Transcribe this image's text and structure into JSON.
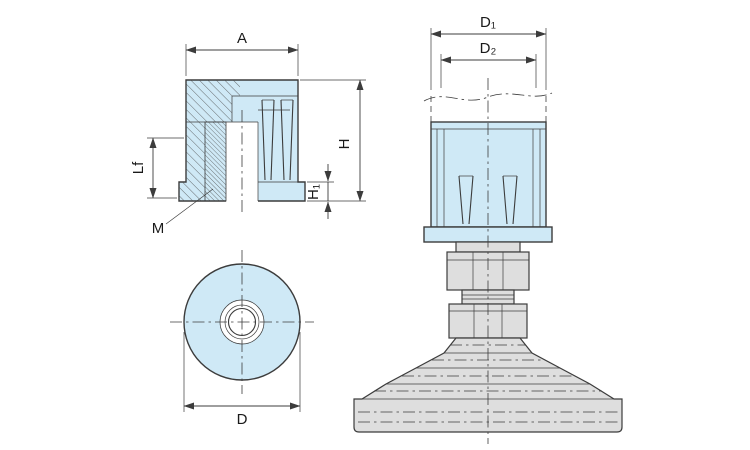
{
  "colors": {
    "part_fill": "#cfe9f6",
    "metal_fill": "#dedede",
    "line": "#3c3c3c",
    "text": "#1a1a1a",
    "background": "#ffffff"
  },
  "section_view": {
    "dim_width": "A",
    "dim_height": "H",
    "dim_flange_height": "H₁",
    "dim_thread_length": "Lf",
    "thread_callout": "M"
  },
  "top_view": {
    "dim_outer_diameter": "D"
  },
  "side_view": {
    "dim_cap_outer": "D₁",
    "dim_cap_inner": "D₂"
  }
}
